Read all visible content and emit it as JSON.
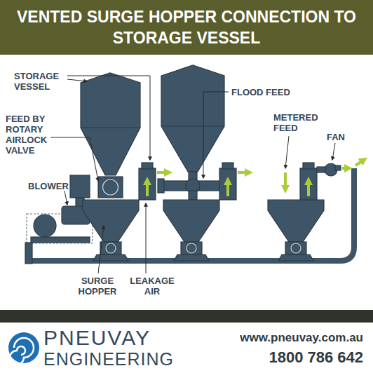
{
  "diagram": {
    "title": "VENTED SURGE HOPPER CONNECTION TO STORAGE VESSEL",
    "labels": [
      "STORAGE VESSEL",
      "FLOOD FEED",
      "FEED BY ROTARY AIRLOCK VALVE",
      "METERED FEED",
      "FAN",
      "BLOWER",
      "SURGE HOPPER",
      "LEAKAGE AIR",
      "PNEUVAY",
      "ENGINEERING",
      "www.pneuvay.com.au",
      "1800 786 642"
    ]
  }
}
